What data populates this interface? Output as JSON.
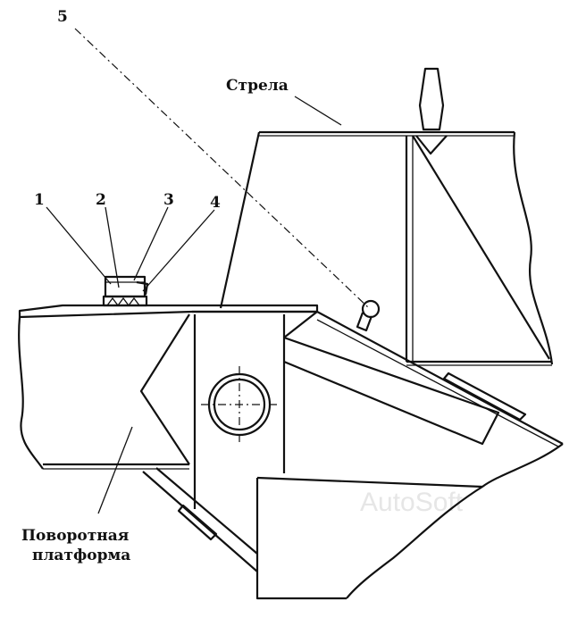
{
  "labels": {
    "boom": "Стрела",
    "platform_line1": "Поворотная",
    "platform_line2": "платформа"
  },
  "callouts": [
    "1",
    "2",
    "3",
    "4",
    "5"
  ],
  "watermark": "AutoSoft"
}
